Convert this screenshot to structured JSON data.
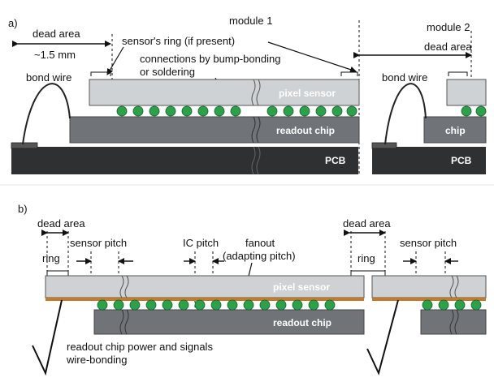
{
  "panel_a": {
    "tag": "a)",
    "module1": "module 1",
    "module2": "module 2",
    "dead_area_left": "dead area",
    "dead_area_right": "dead area",
    "dead_area_size": "~1.5 mm",
    "sensor_ring": "sensor's ring (if present)",
    "connections_line1": "connections by bump-bonding",
    "connections_line2": "or soldering",
    "bond_wire_left": "bond wire",
    "bond_wire_right": "bond wire",
    "pixel_sensor": "pixel sensor",
    "readout_chip": "readout chip",
    "chip": "chip",
    "pcb_left": "PCB",
    "pcb_right": "PCB"
  },
  "panel_b": {
    "tag": "b)",
    "dead_area_left": "dead area",
    "dead_area_right": "dead area",
    "ring_left": "ring",
    "ring_right": "ring",
    "sensor_pitch_left": "sensor pitch",
    "sensor_pitch_right": "sensor pitch",
    "ic_pitch": "IC pitch",
    "fanout_line1": "fanout",
    "fanout_line2": "(adapting pitch)",
    "pixel_sensor": "pixel sensor",
    "readout_chip": "readout chip",
    "wirebond_line1": "readout chip power and signals",
    "wirebond_line2": "wire-bonding"
  },
  "colors": {
    "sensor": "#cfd2d4",
    "chip": "#707478",
    "pcb": "#2e3032",
    "bump": "#2aa24a",
    "fanout": "#c57a2a"
  }
}
